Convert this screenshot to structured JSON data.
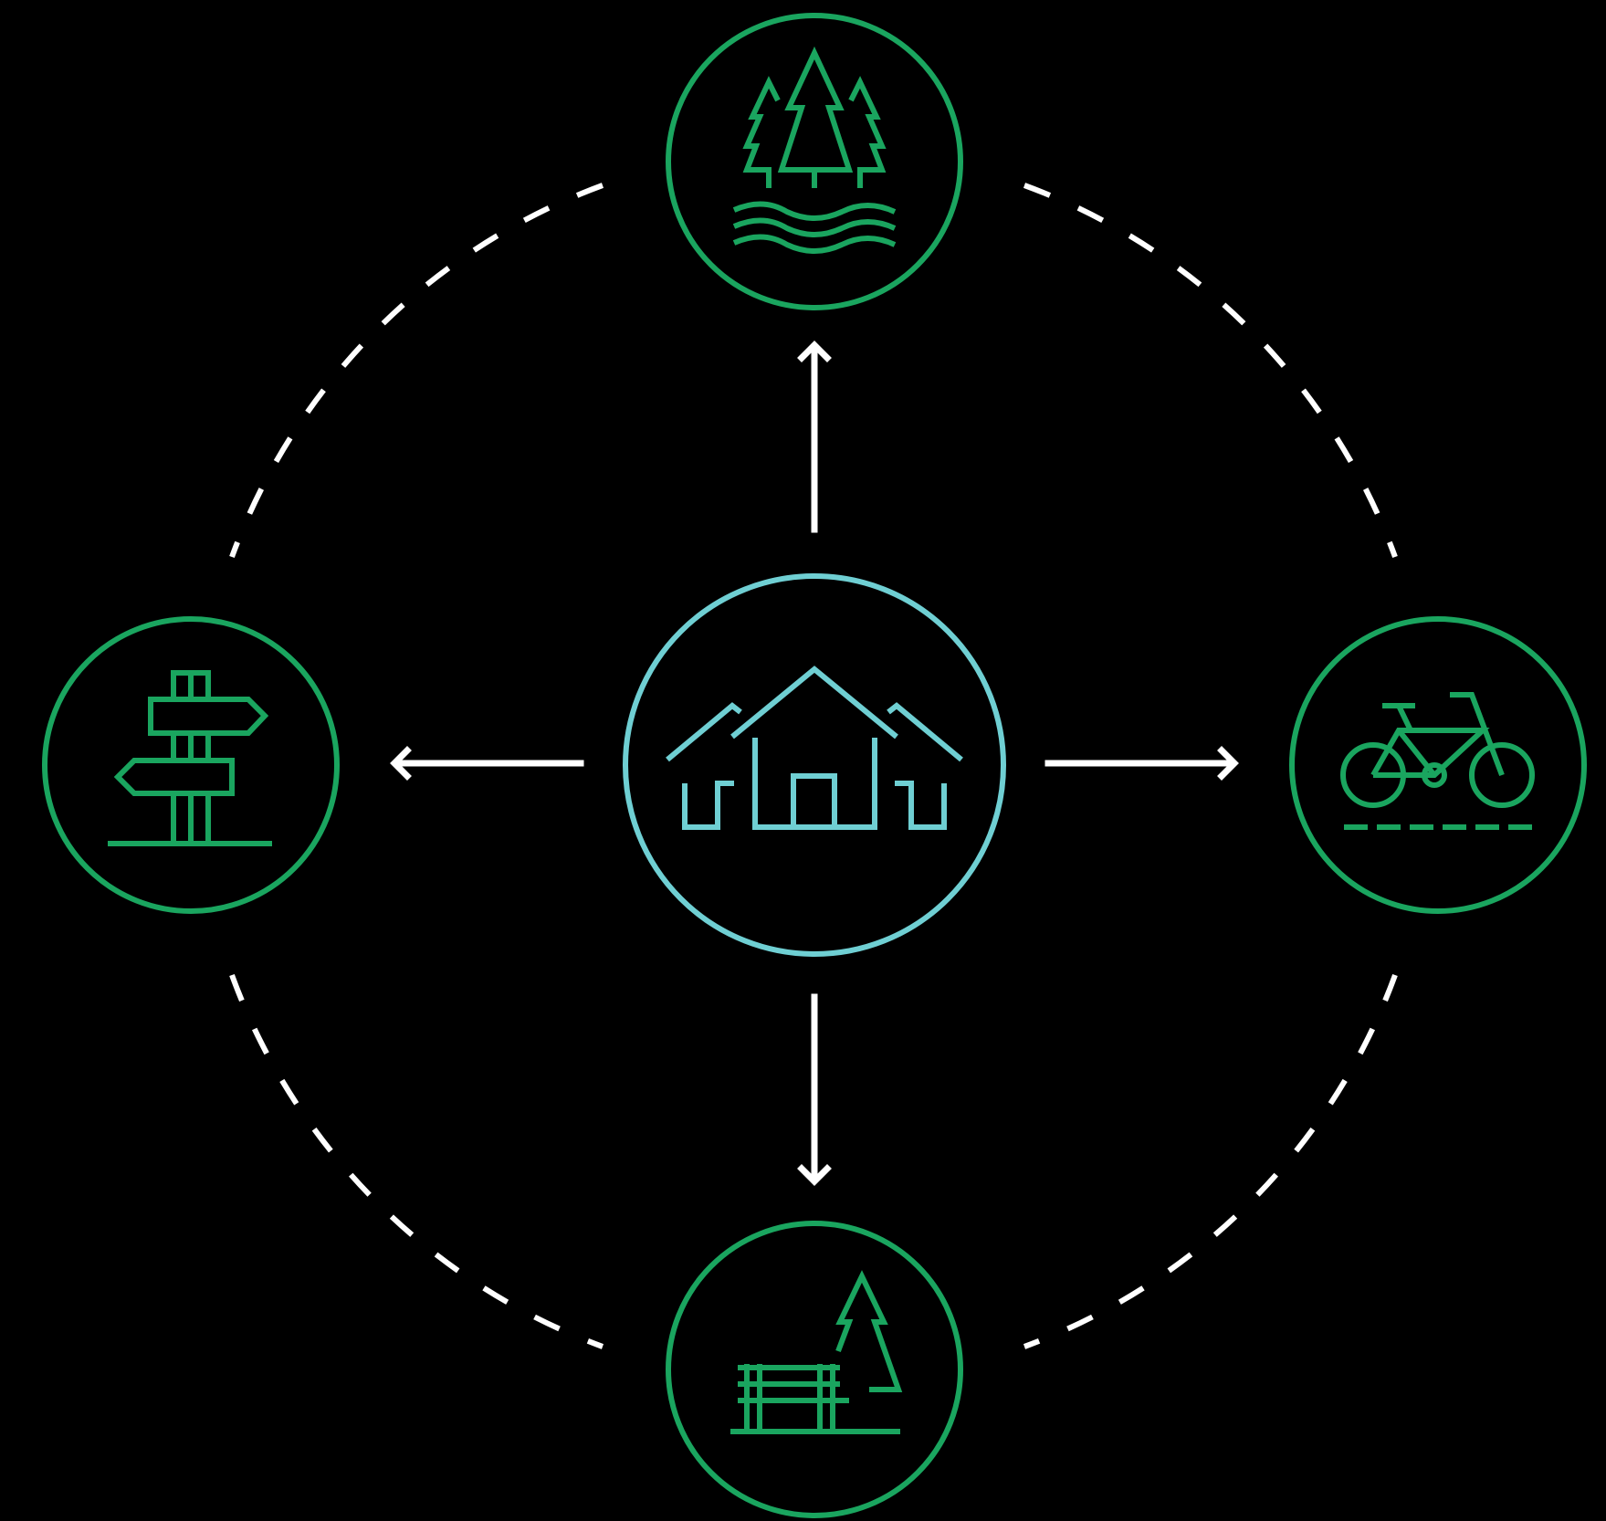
{
  "colors": {
    "background": "#000000",
    "center": "#6FCFD3",
    "nodes": "#1AA55F",
    "connectors": "#FFFFFF"
  },
  "center_node": {
    "icon": "houses-icon"
  },
  "outer_nodes": [
    {
      "position": "top",
      "icon": "forest-lake-icon"
    },
    {
      "position": "right",
      "icon": "bicycle-path-icon"
    },
    {
      "position": "bottom",
      "icon": "park-bench-tree-icon"
    },
    {
      "position": "left",
      "icon": "signpost-icon"
    }
  ],
  "connections": [
    {
      "from": "center",
      "to": "top"
    },
    {
      "from": "center",
      "to": "right"
    },
    {
      "from": "center",
      "to": "bottom"
    },
    {
      "from": "center",
      "to": "left"
    }
  ],
  "outer_ring": {
    "style": "dashed"
  }
}
